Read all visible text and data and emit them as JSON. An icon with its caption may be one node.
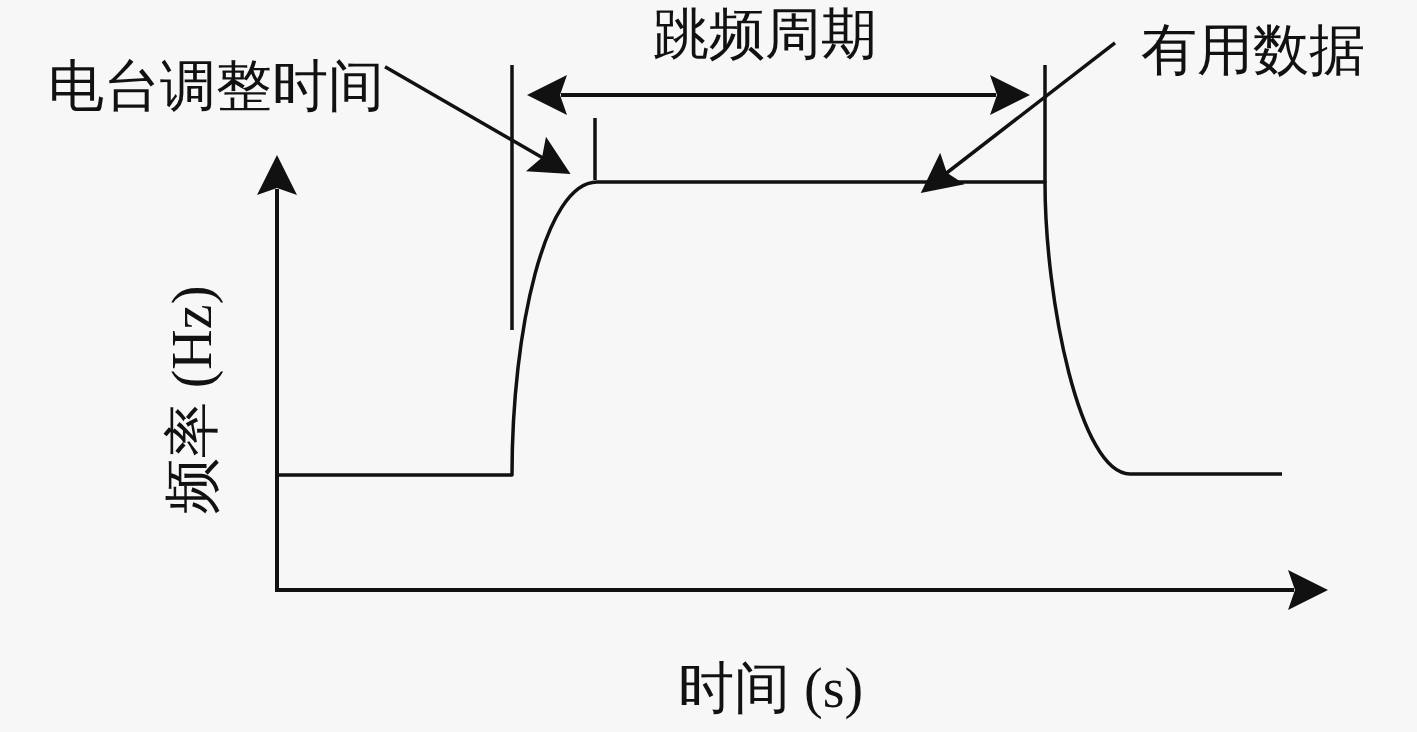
{
  "diagram": {
    "nodes": [
      {
        "text": [
          "电台调整时间"
        ]
      },
      {
        "text": [
          "有用数据"
        ]
      }
    ],
    "edges": [
      {
        "from": 0,
        "to": null,
        "arrow": "to"
      },
      {
        "from": 1,
        "to": null,
        "arrow": "to"
      }
    ],
    "labels": [
      "跳频周期",
      "频率 (Hz)",
      "时间 (s)"
    ]
  }
}
